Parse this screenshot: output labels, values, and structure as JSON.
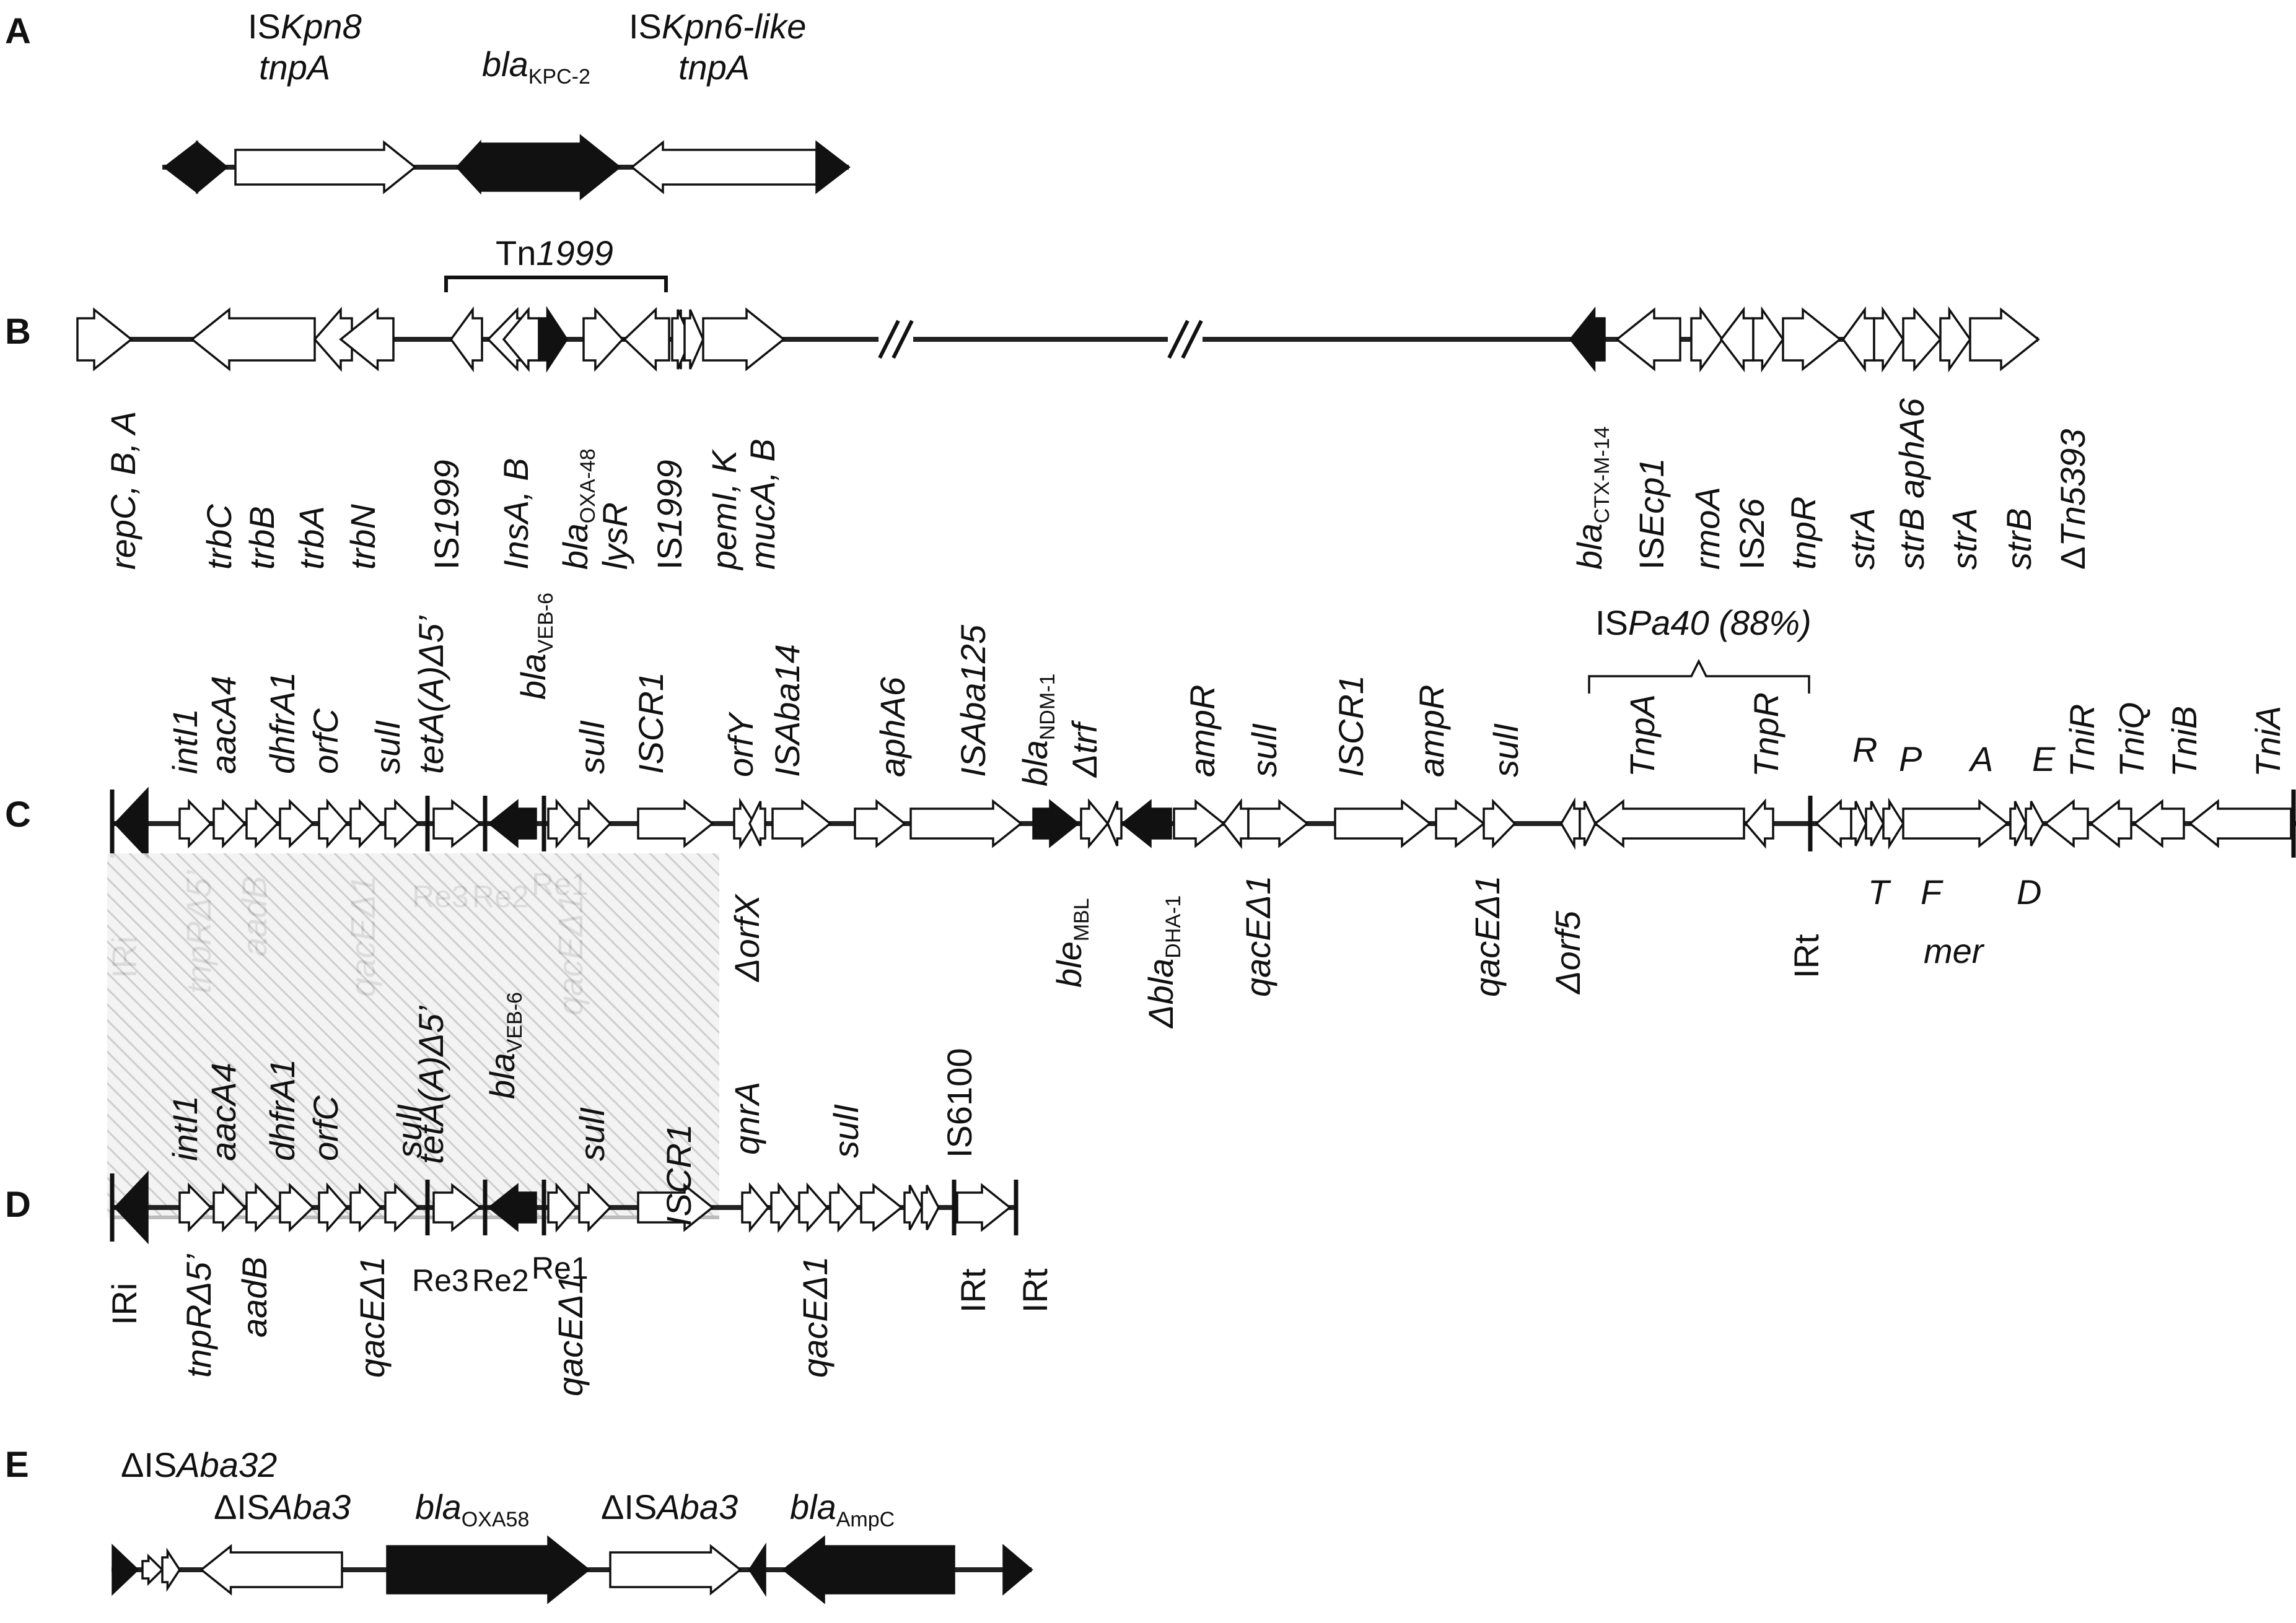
{
  "panels": {
    "a": "A",
    "b": "B",
    "c": "C",
    "d": "D",
    "e": "E"
  },
  "a": {
    "iskpn8_is": "IS",
    "iskpn8_name": "Kpn8",
    "iskpn8_gene": "tnpA",
    "kpc_main": "bla",
    "kpc_sub": "KPC-2",
    "iskpn6_is": "IS",
    "iskpn6_name": "Kpn6-like",
    "iskpn6_gene": "tnpA"
  },
  "b": {
    "tn_pre": "Tn",
    "tn_num": "1999",
    "genes": [
      {
        "t": "repC, B, A"
      },
      {
        "t": "trbC"
      },
      {
        "t": "trbB"
      },
      {
        "t": "trbA"
      },
      {
        "t": "trbN"
      },
      {
        "pre": "IS",
        "t": "1999"
      },
      {
        "t": "InsA, B"
      },
      {
        "t": "bla",
        "s": "OXA-48"
      },
      {
        "t": "lysR"
      },
      {
        "pre": "IS",
        "t": "1999"
      },
      {
        "t": "pemI, K"
      },
      {
        "t": "mucA, B"
      },
      {
        "t": "bla",
        "s": "CTX-M-14"
      },
      {
        "pre": "IS",
        "t": "Ecp1"
      },
      {
        "t": "rmoA"
      },
      {
        "pre": "IS",
        "t": "26"
      },
      {
        "t": "tnpR"
      },
      {
        "t": "strA"
      },
      {
        "t": "strB aphA6"
      },
      {
        "t": "strA"
      },
      {
        "t": "strB"
      },
      {
        "pre": "Δ",
        "t": "Tn5393"
      }
    ]
  },
  "c": {
    "ispa_pre": "IS",
    "ispa_name": "Pa40 (88%)",
    "top": [
      "intI1",
      "aacA4",
      "dhfrA1",
      "orfC",
      "sulI",
      "tetA(A)Δ5’",
      "sulI",
      "ISCR1",
      "orfY",
      "ISAba14",
      "aphA6",
      "ISAba125",
      "Δtrf",
      "ampR",
      "sulI",
      "ISCR1",
      "ampR",
      "sulI",
      "TnpA",
      "TnpR",
      "R",
      "P",
      "A",
      "E",
      "TniR",
      "TniQ",
      "TniB",
      "TniA"
    ],
    "bla_veb": "bla",
    "bla_veb_sub": "VEB-6",
    "bla_ndm": "bla",
    "bla_ndm_sub": "NDM-1",
    "bottom": [
      "IRi",
      "tnpRΔ5’",
      "aadB",
      "qacEΔ1",
      "Re3",
      "Re2",
      "Re1",
      "qacEΔ1",
      "ΔorfX",
      "qacEΔ1",
      "qacEΔ1",
      "Δorf5",
      "IRt",
      "T",
      "F",
      "D",
      "mer"
    ],
    "ble": "ble",
    "ble_sub": "MBL",
    "dha": "Δbla",
    "dha_sub": "DHA-1"
  },
  "d": {
    "top": [
      "intI1",
      "aacA4",
      "dhfrA1",
      "orfC",
      "sulI",
      "tetA(A)Δ5’",
      "sulI",
      "ISCR1",
      "qnrA",
      "sulI",
      "IS6100"
    ],
    "bla_veb": "bla",
    "bla_veb_sub": "VEB-6",
    "bottom": [
      "IRi",
      "tnpRΔ5’",
      "aadB",
      "qacEΔ1",
      "Re3",
      "Re2",
      "Re1",
      "qacEΔ1",
      "qacEΔ1",
      "IRt",
      "IRt"
    ]
  },
  "e": {
    "d32_pre": "ΔIS",
    "d32_name": "Aba32",
    "d3a_pre": "ΔIS",
    "d3a_name": "Aba3",
    "oxa_main": "bla",
    "oxa_sub": "OXA58",
    "d3b_pre": "ΔIS",
    "d3b_name": "Aba3",
    "ampc_main": "bla",
    "ampc_sub": "AmpC"
  }
}
